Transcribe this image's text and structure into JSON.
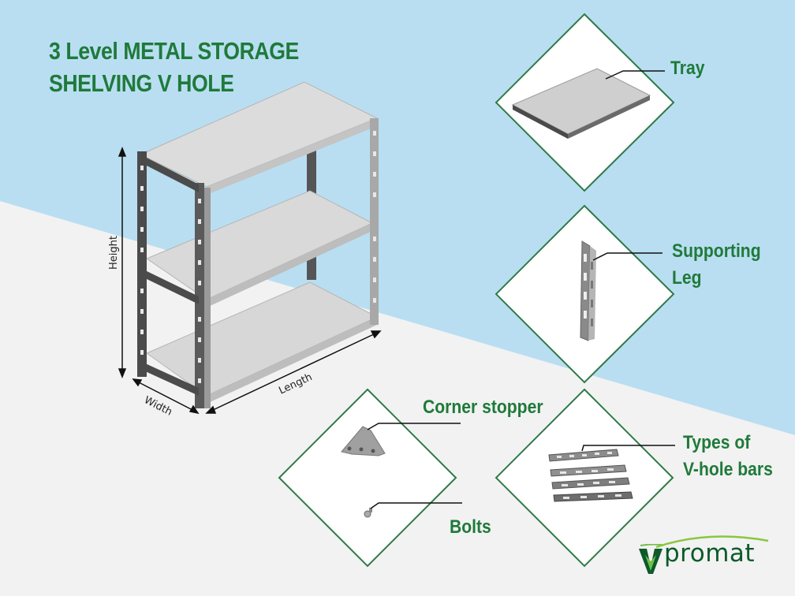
{
  "title": {
    "line1": "3 Level METAL STORAGE",
    "line2": "SHELVING V HOLE"
  },
  "dimensions": {
    "height": "Height",
    "width": "Width",
    "length": "Length"
  },
  "parts": {
    "tray": "Tray",
    "supporting_leg_line1": "Supporting",
    "supporting_leg_line2": "Leg",
    "corner_stopper": "Corner stopper",
    "bolts": "Bolts",
    "bars_line1": "Types of",
    "bars_line2": "V-hole bars"
  },
  "brand": {
    "name": "promat",
    "primary_color": "#1f7a3a",
    "dark_color": "#0d5a2a"
  },
  "colors": {
    "sky": "#b9def2",
    "floor": "#f2f2f2",
    "frame": "#2f7a47"
  }
}
